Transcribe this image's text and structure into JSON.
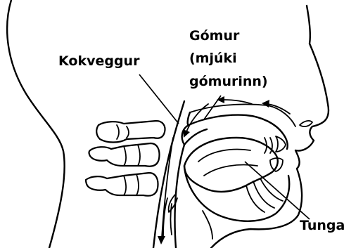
{
  "labels": {
    "pharynx": "Kokveggur",
    "palate_line1": "Gómur",
    "palate_line2": "(mjúki",
    "palate_line3": "gómurinn)",
    "tongue": "Tunga"
  }
}
